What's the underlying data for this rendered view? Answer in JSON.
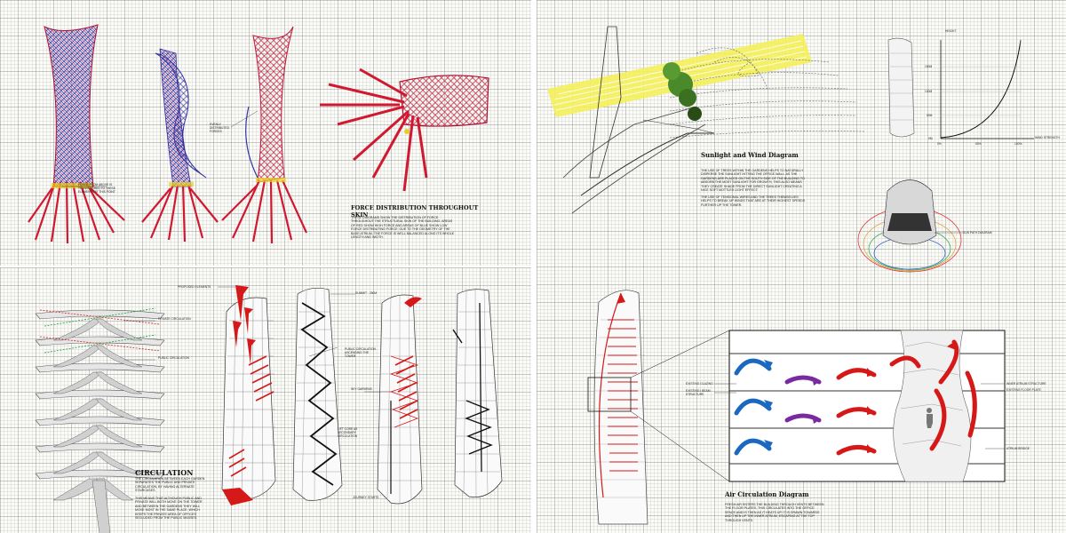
{
  "force": {
    "title": "FORCE DISTRIBUTION THROUGHOUT SKIN",
    "body": "THESE DIAGRAMS SHOW THE DISTRIBUTION OF FORCE THROUGHOUT THE STRUCTURAL SKIN OF THE BUILDING. AREAS OF RED SHOW HIGH FORCE AND AREAS OF BLUE SHOW LOW FORCE DISTRIBUTING FORCE. DUE TO THE GEOMETRY OF THE BASE ATRIUM, THE FORCE IS WELL BALANCED ALONG ITS WHOLE LENGTH AND WIDTH.",
    "label_forces": "FORCE FROM ABOVE IS TRANSFERRED TO THESE ELEMENTS AT THIS POINT",
    "label_evenly": "EVENLY DISTRIBUTED FORCES"
  },
  "circulation": {
    "title": "CIRCULATION",
    "body1": "THE CIRCULATION BETWEEN EACH GARDEN SEPARATES THE PUBLIC AND PRIVATE CIRCULATION, BY HAVING ALTERNATE STAIRCASES.",
    "body2": "THIS MEANS THAT ALTHOUGH PUBLIC AND PRIVATE WILL BOTH MOVE ON THE TOWER AND BETWEEN THE GARDENS THEY WILL MOVE MOST IN THE SAME PLACE, WHICH KEEPS THE PRIVATE AREA OF OFFICES SECLUDED FROM THE PUBLIC MASSES.",
    "label_private": "PRIVATE CIRCULATION",
    "label_public": "PUBLIC CIRCULATION",
    "label_proposed": "PROPOSED ELEMENTS",
    "label_summit": "SUMMIT - 250M",
    "label_public_ascending": "PUBLIC CIRCULATION ASCENDING THE TOWER",
    "label_sky_gardens": "SKY GARDENS",
    "label_lift_core": "LIFT CORE AS SECONDARY CIRCULATION",
    "label_journey": "JOURNEY STARTS"
  },
  "sunlight": {
    "title": "Sunlight and Wind Diagram",
    "body1": "THE USE OF TREES WITHIN THE GARDENS HELPS TO NATURALLY DISPERSE THE SUNLIGHT HITTING THE OFFICE WALL. AS THE GARDENS ARE PLACED ON THE SOUTH SIDE OF THE BUILDING TO ABSORB THE MOST SUNLIGHT FOR GROWTH, THIS ALSO MEANS THEY CREATE SHADE FROM THE DIRECT SUNLIGHT CREATING A NICE SOFT MOTTLED LIGHT EFFECT.",
    "body2": "THE USE OF TENSIONAL WIRES AND THE TREES THEMSELVES HELPS TO BREAK UP WINDS THAT ARE AT THEIR HIGHEST SPEEDS FURTHER UP THE TOWER.",
    "sun_path_label": "SUN PATH DIAGRAM"
  },
  "wind_chart": {
    "ylabel": "HEIGHT",
    "xlabel": "WIND STRENGTH",
    "y_ticks": [
      "150M",
      "100M",
      "50M",
      "0M"
    ],
    "x_ticks": [
      "0%",
      "50%",
      "100%"
    ]
  },
  "air": {
    "title": "Air Circulation Diagram",
    "body": "FRESH AIR ENTERS THE BUILDING THROUGH VENTS BETWEEN THE FLOOR PLATES. THIS CIRCULATES INTO THE OFFICE SPACE AND IS THEN AS IT HEATS UP, IT IS DRAWN TOWARDS AND THEN UP THE INNER ATRIUM, ESCAPING AT THE TOP THROUGH VENTS.",
    "label_glazing": "EXISTING GLAZING",
    "label_beam": "EXISTING I BEAM STRUCTURE",
    "label_inner_atrium": "INNER ATRIUM STRUCTURE",
    "label_floor_plate": "EXISTING FLOOR PLATE",
    "label_bridge": "ATRIUM BRIDGE"
  }
}
